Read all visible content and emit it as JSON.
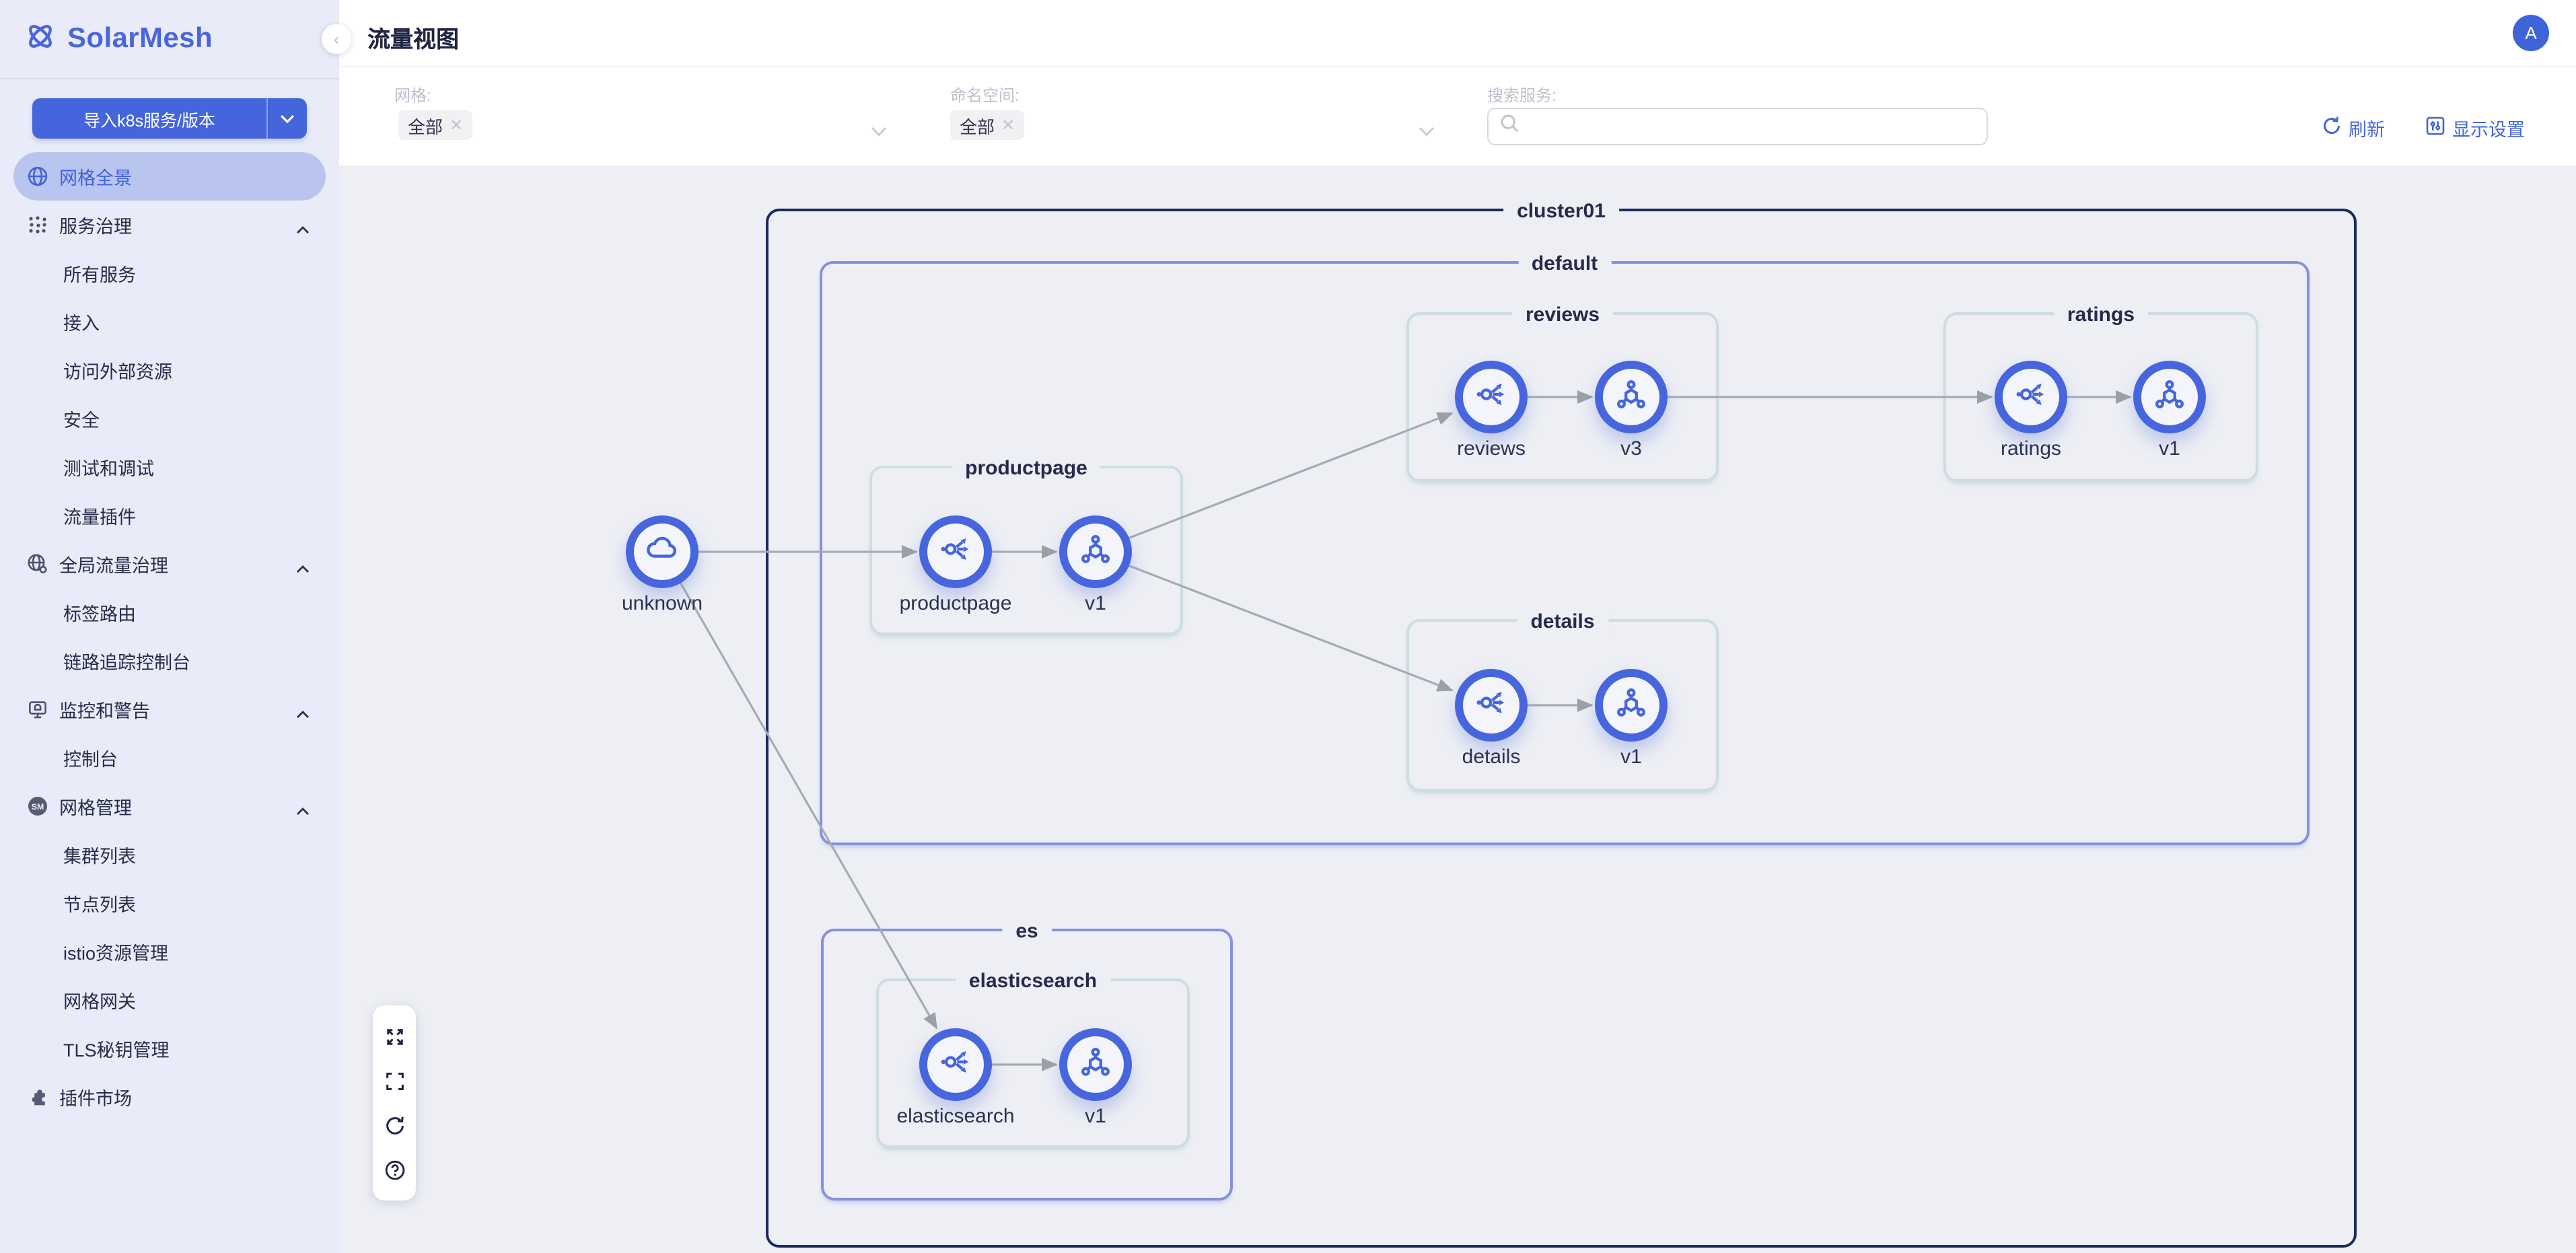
{
  "app": {
    "name": "SolarMesh",
    "page_title": "流量视图",
    "avatar_initial": "A"
  },
  "colors": {
    "brand_blue": "#4565dc",
    "node_ring": "#4766dd",
    "cluster_border": "#1b2a5e",
    "namespace_border": "#8690e0",
    "group_border": "#cddde0",
    "edge_gray": "#9aa1a8",
    "sidebar_bg": "#e9ecf8",
    "canvas_bg": "#edeff4",
    "active_pill": "#b9c4ef"
  },
  "sidebar": {
    "import_button_label": "导入k8s服务/版本",
    "items": [
      {
        "label": "网格全景",
        "icon": "globe-icon",
        "active": true
      },
      {
        "label": "服务治理",
        "icon": "dots-icon",
        "expandable": true
      },
      {
        "label": "所有服务"
      },
      {
        "label": "接入"
      },
      {
        "label": "访问外部资源"
      },
      {
        "label": "安全"
      },
      {
        "label": "测试和调试"
      },
      {
        "label": "流量插件"
      },
      {
        "label": "全局流量治理",
        "icon": "globe-gear-icon",
        "expandable": true
      },
      {
        "label": "标签路由"
      },
      {
        "label": "链路追踪控制台"
      },
      {
        "label": "监控和警告",
        "icon": "monitor-bell-icon",
        "expandable": true
      },
      {
        "label": "控制台"
      },
      {
        "label": "网格管理",
        "icon": "sm-badge-icon",
        "expandable": true
      },
      {
        "label": "集群列表"
      },
      {
        "label": "节点列表"
      },
      {
        "label": "istio资源管理"
      },
      {
        "label": "网格网关"
      },
      {
        "label": "TLS秘钥管理"
      },
      {
        "label": "插件市场",
        "icon": "puzzle-icon"
      }
    ]
  },
  "filters": {
    "mesh": {
      "label": "网格:",
      "value": "全部"
    },
    "namespace": {
      "label": "命名空间:",
      "value": "全部"
    },
    "search": {
      "label": "搜索服务:",
      "placeholder": ""
    }
  },
  "actions": {
    "refresh": "刷新",
    "display_settings": "显示设置"
  },
  "graph": {
    "cluster": {
      "label": "cluster01"
    },
    "namespaces": [
      {
        "label": "default"
      },
      {
        "label": "es"
      }
    ],
    "groups": [
      {
        "label": "reviews"
      },
      {
        "label": "ratings"
      },
      {
        "label": "productpage"
      },
      {
        "label": "details"
      },
      {
        "label": "elasticsearch"
      }
    ],
    "nodes": [
      {
        "id": "unknown",
        "label": "unknown",
        "type": "external"
      },
      {
        "id": "productpage",
        "label": "productpage",
        "type": "service"
      },
      {
        "id": "productpage-v1",
        "label": "v1",
        "type": "version"
      },
      {
        "id": "reviews",
        "label": "reviews",
        "type": "service"
      },
      {
        "id": "reviews-v3",
        "label": "v3",
        "type": "version"
      },
      {
        "id": "ratings",
        "label": "ratings",
        "type": "service"
      },
      {
        "id": "ratings-v1",
        "label": "v1",
        "type": "version"
      },
      {
        "id": "details",
        "label": "details",
        "type": "service"
      },
      {
        "id": "details-v1",
        "label": "v1",
        "type": "version"
      },
      {
        "id": "elasticsearch",
        "label": "elasticsearch",
        "type": "service"
      },
      {
        "id": "elasticsearch-v1",
        "label": "v1",
        "type": "version"
      }
    ],
    "edges": [
      {
        "from": "unknown",
        "to": "productpage"
      },
      {
        "from": "productpage",
        "to": "productpage-v1"
      },
      {
        "from": "productpage-v1",
        "to": "reviews"
      },
      {
        "from": "productpage-v1",
        "to": "details"
      },
      {
        "from": "reviews",
        "to": "reviews-v3"
      },
      {
        "from": "reviews-v3",
        "to": "ratings"
      },
      {
        "from": "ratings",
        "to": "ratings-v1"
      },
      {
        "from": "details",
        "to": "details-v1"
      },
      {
        "from": "elasticsearch",
        "to": "elasticsearch-v1"
      },
      {
        "from": "unknown",
        "to": "elasticsearch"
      }
    ]
  },
  "canvas_toolbar": [
    {
      "icon": "expand-icon"
    },
    {
      "icon": "fit-view-icon"
    },
    {
      "icon": "reset-icon"
    },
    {
      "icon": "help-icon"
    }
  ]
}
